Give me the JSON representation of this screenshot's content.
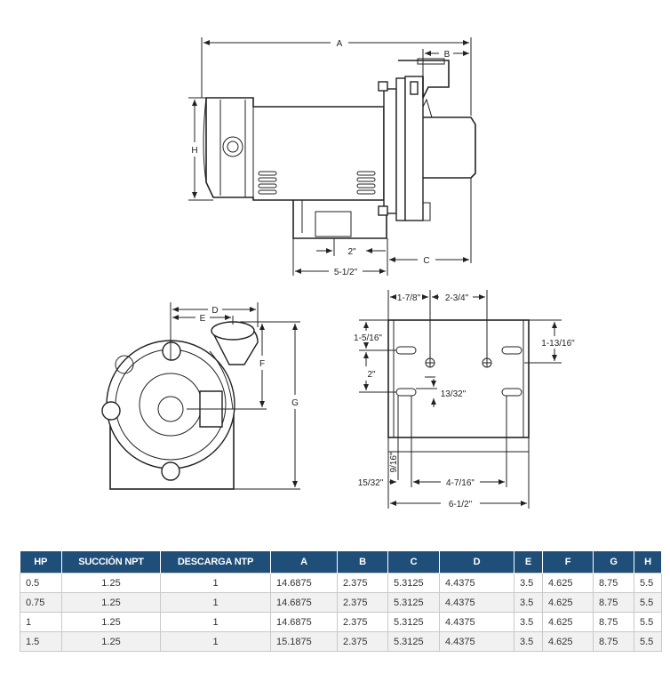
{
  "diagram": {
    "side_view": {
      "labels": {
        "A": "A",
        "B": "B",
        "C": "C",
        "H": "H",
        "d_2in": "2\"",
        "d_5half": "5-1/2\""
      }
    },
    "front_view": {
      "labels": {
        "D": "D",
        "E": "E",
        "F": "F",
        "G": "G"
      }
    },
    "base_view": {
      "labels": {
        "d1": "1-7/8\"",
        "d2": "2-3/4\"",
        "d3": "1-5/16\"",
        "d4": "1-13/16\"",
        "d5": "2\"",
        "d6": "13/32\"",
        "d7": "9/16\"",
        "d8": "15/32\"",
        "d9": "4-7/16\"",
        "d10": "6-1/2\""
      }
    }
  },
  "table": {
    "headers": [
      "HP",
      "SUCCIÓN NPT",
      "DESCARGA NTP",
      "A",
      "B",
      "C",
      "D",
      "E",
      "F",
      "G",
      "H"
    ],
    "rows": [
      [
        "0.5",
        "1.25",
        "1",
        "14.6875",
        "2.375",
        "5.3125",
        "4.4375",
        "3.5",
        "4.625",
        "8.75",
        "5.5"
      ],
      [
        "0.75",
        "1.25",
        "1",
        "14.6875",
        "2.375",
        "5.3125",
        "4.4375",
        "3.5",
        "4.625",
        "8.75",
        "5.5"
      ],
      [
        "1",
        "1.25",
        "1",
        "14.6875",
        "2.375",
        "5.3125",
        "4.4375",
        "3.5",
        "4.625",
        "8.75",
        "5.5"
      ],
      [
        "1.5",
        "1.25",
        "1",
        "15.1875",
        "2.375",
        "5.3125",
        "4.4375",
        "3.5",
        "4.625",
        "8.75",
        "5.5"
      ]
    ]
  }
}
